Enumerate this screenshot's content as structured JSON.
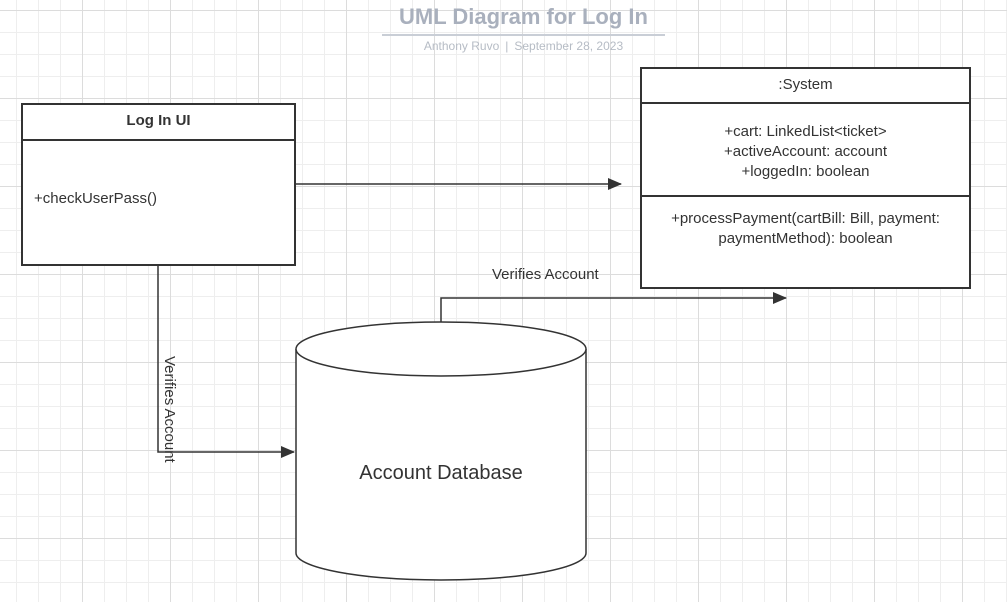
{
  "diagram": {
    "title": "UML Diagram for Log In",
    "author": "Anthony Ruvo",
    "separator": "|",
    "date": "September 28, 2023"
  },
  "login_ui": {
    "name": "Log In UI",
    "operations": [
      "+checkUserPass()"
    ]
  },
  "system": {
    "name": ":System",
    "attributes": [
      "+cart: LinkedList<ticket>",
      "+activeAccount: account",
      "+loggedIn: boolean"
    ],
    "operations": [
      "+processPayment(cartBill: Bill, payment:",
      "paymentMethod): boolean"
    ]
  },
  "database": {
    "label": "Account Database"
  },
  "connectors": {
    "login_to_db_label": "Verifies Account",
    "db_to_system_label": "Verifies Account"
  },
  "colors": {
    "line": "#333333",
    "title": "#a9b0bd",
    "grid": "#dcdcdc"
  }
}
